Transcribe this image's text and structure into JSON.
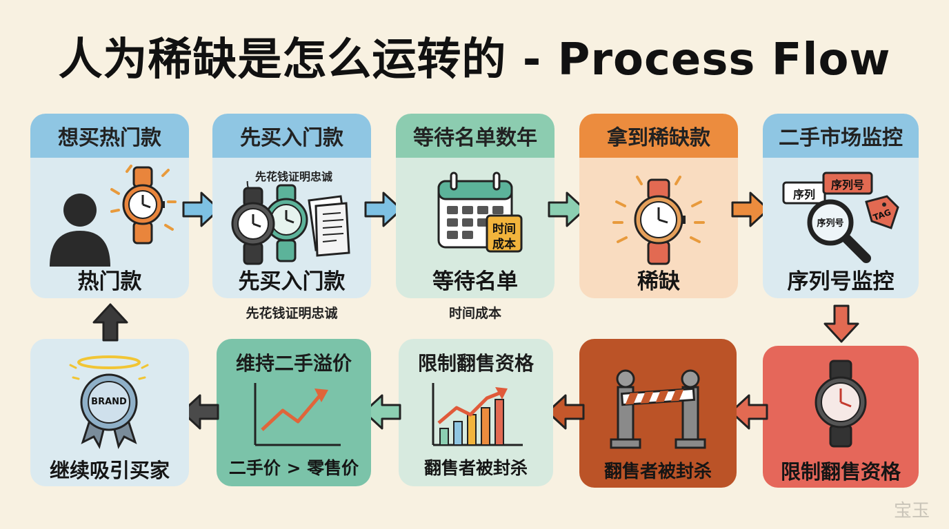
{
  "title": "人为稀缺是怎么运转的 - Process Flow",
  "steps": [
    {
      "head": "想买热门款",
      "label": "热门款"
    },
    {
      "head": "先买入门款",
      "label": "先买入门款",
      "annotation": "先花钱证明忠诚",
      "sub": "先花钱证明忠诚"
    },
    {
      "head": "等待名单数年",
      "label": "等待名单",
      "badge_line1": "时间",
      "badge_line2": "成本",
      "sub": "时间成本"
    },
    {
      "head": "拿到稀缺款",
      "label": "稀缺"
    },
    {
      "head": "二手市场监控",
      "label": "序列号监控",
      "tag1": "序列",
      "tag2": "序列号",
      "tag3": "TAG",
      "lens": "序列号"
    },
    {
      "head": "",
      "label": "限制翻售资格"
    },
    {
      "head": "",
      "label": "翻售者被封杀"
    },
    {
      "head": "限制翻售资格",
      "label": "翻售者被封杀"
    },
    {
      "head": "维持二手溢价",
      "label": "二手价 > 零售价"
    },
    {
      "head": "",
      "label": "继续吸引买家",
      "badge": "BRAND"
    }
  ],
  "watermark": "宝玉",
  "colors": {
    "blue_bg": "#dbeaf0",
    "blue_head": "#8fc6e3",
    "green_bg": "#d7eadf",
    "green_head": "#8cccb0",
    "orange_bg": "#f9dcc0",
    "orange_head": "#ec8c3e",
    "red_bg": "#e5675a",
    "brick_bg": "#bb5327",
    "teal_bg": "#7bc3a9"
  },
  "icons": [
    "person-icon",
    "watch-icon",
    "receipt-icon",
    "calendar-icon",
    "magnifier-icon",
    "barrier-icon",
    "growth-chart-icon",
    "brand-badge-icon"
  ]
}
